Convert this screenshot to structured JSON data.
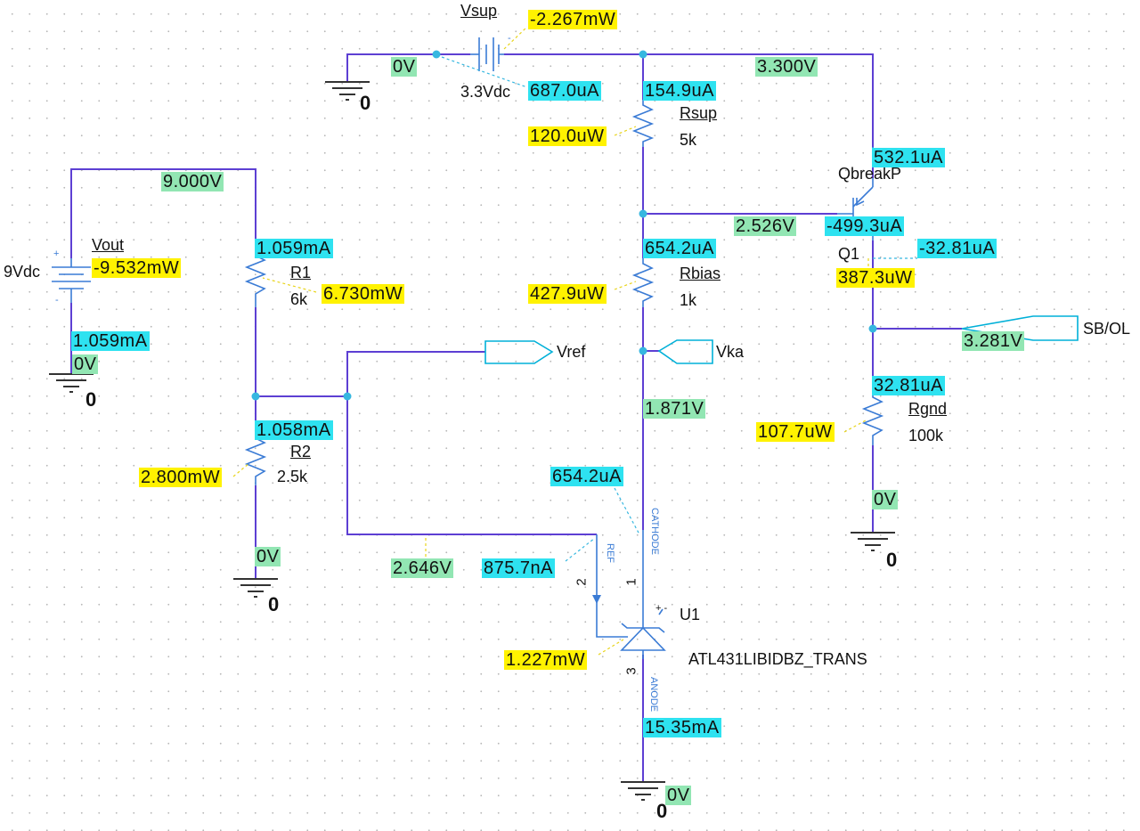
{
  "components": {
    "vsup": {
      "name": "Vsup",
      "value": "3.3Vdc"
    },
    "vout": {
      "name": "Vout",
      "value": "9Vdc"
    },
    "rsup": {
      "name": "Rsup",
      "value": "5k"
    },
    "rbias": {
      "name": "Rbias",
      "value": "1k"
    },
    "r1": {
      "name": "R1",
      "value": "6k"
    },
    "r2": {
      "name": "R2",
      "value": "2.5k"
    },
    "rgnd": {
      "name": "Rgnd",
      "value": "100k"
    },
    "q1": {
      "name": "Q1",
      "model": "QbreakP"
    },
    "u1": {
      "name": "U1",
      "model": "ATL431LIBIDBZ_TRANS",
      "pin_ref": "REF",
      "pin_cathode": "CATHODE",
      "pin_anode": "ANODE",
      "pin1": "1",
      "pin2": "2",
      "pin3": "3",
      "gate_marks": "+ -"
    }
  },
  "ports": {
    "vref": "Vref",
    "vka": "Vka",
    "sbol": "SB/OL"
  },
  "ground_label": "0",
  "battery_marks": {
    "plus": "+",
    "minus": "-"
  },
  "probes": {
    "voltages": {
      "v_vsup_neg": "0V",
      "v_vsup_pos": "3.300V",
      "v_top_left": "9.000V",
      "v_vout_gnd": "0V",
      "v_base": "2.526V",
      "v_collector": "3.281V",
      "v_rgnd_bottom": "0V",
      "v_r2_bottom": "0V",
      "v_ref": "2.646V",
      "v_ka": "1.871V",
      "v_anode_gnd": "0V"
    },
    "currents": {
      "i_vsup": "687.0uA",
      "i_rsup": "154.9uA",
      "i_q1_emitter": "532.1uA",
      "i_q1_base": "-499.3uA",
      "i_q1_collector": "-32.81uA",
      "i_rbias": "654.2uA",
      "i_r1": "1.059mA",
      "i_vout": "1.059mA",
      "i_rgnd": "32.81uA",
      "i_r2": "1.058mA",
      "i_cathode": "654.2uA",
      "i_ref": "875.7nA",
      "i_anode": "15.35mA"
    },
    "powers": {
      "p_vsup": "-2.267mW",
      "p_rsup": "120.0uW",
      "p_vout": "-9.532mW",
      "p_r1": "6.730mW",
      "p_rbias": "427.9uW",
      "p_q1": "387.3uW",
      "p_rgnd": "107.7uW",
      "p_r2": "2.800mW",
      "p_u1": "1.227mW"
    }
  },
  "colors": {
    "wire": "#5d3fd3",
    "component": "#3a7bd5",
    "voltage_probe": "#92e6b3",
    "current_probe": "#2ee2f0",
    "power_probe": "#fff200"
  }
}
